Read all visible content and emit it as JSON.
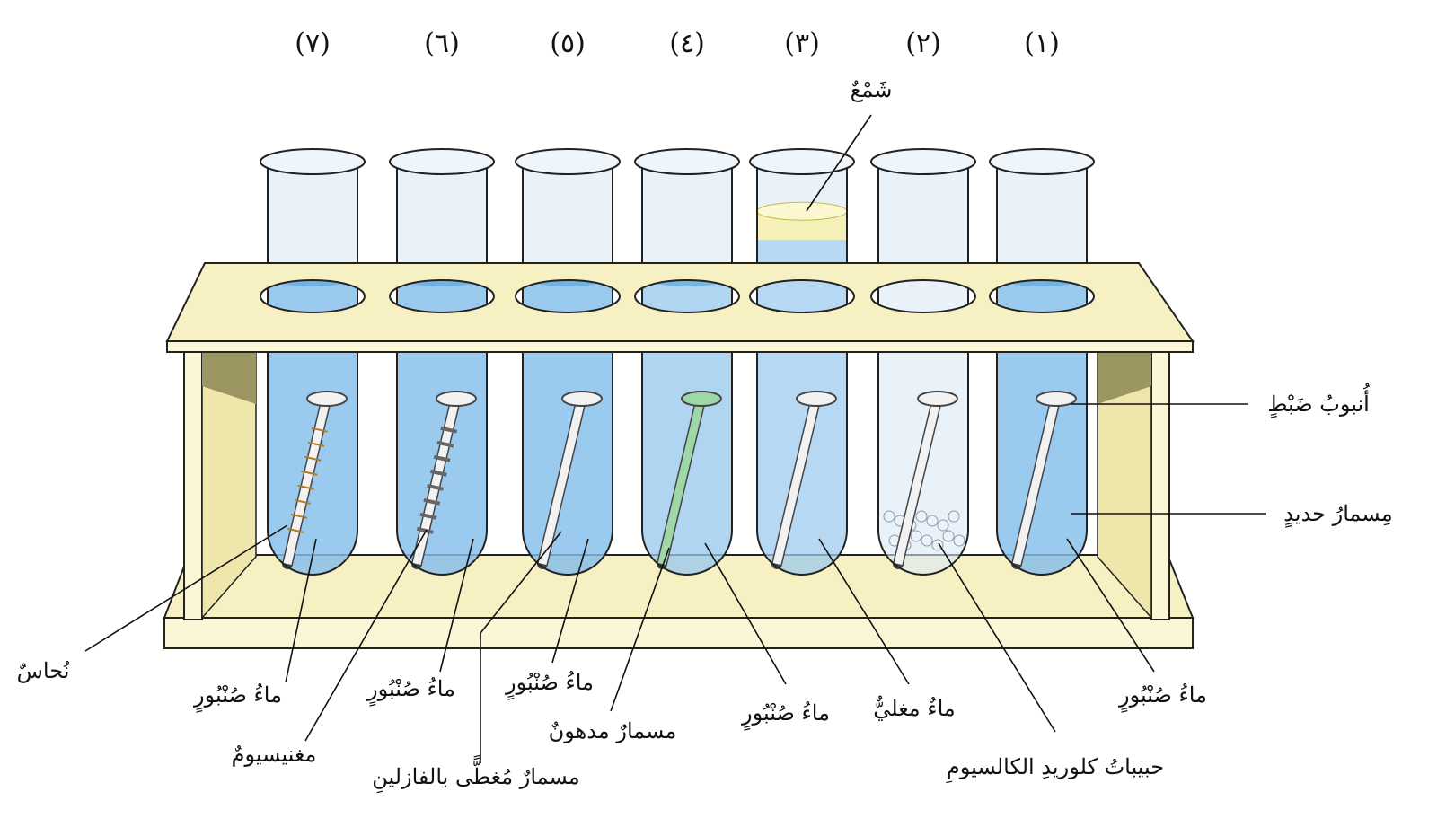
{
  "tubes": [
    {
      "number": "(١)",
      "liquid": "tap",
      "level": 0.72,
      "extra": "none"
    },
    {
      "number": "(٢)",
      "liquid": "none",
      "level": 0,
      "extra": "granules"
    },
    {
      "number": "(٣)",
      "liquid": "boiled",
      "level": 0.88,
      "extra": "wax"
    },
    {
      "number": "(٤)",
      "liquid": "tap",
      "level": 0.72,
      "extra": "painted"
    },
    {
      "number": "(٥)",
      "liquid": "tap",
      "level": 0.72,
      "extra": "vaseline"
    },
    {
      "number": "(٦)",
      "liquid": "tap",
      "level": 0.72,
      "extra": "magnesium"
    },
    {
      "number": "(٧)",
      "liquid": "tap",
      "level": 0.72,
      "extra": "copper"
    }
  ],
  "labels": {
    "wax": "شَمْعٌ",
    "control_tube": "أُنبوبُ ضَبْطٍ",
    "iron_nail": "مِسمارُ حديدٍ",
    "copper": "نُحاسٌ",
    "tap_water_7": "ماءُ صُنْبُورٍ",
    "magnesium": "مغنيسيومٌ",
    "tap_water_6": "ماءُ صُنْبُورٍ",
    "tap_water_5": "ماءُ صُنْبُورٍ",
    "vaseline_nail": "مسمارٌ مُغطًّى بالفازلينِ",
    "painted_nail": "مسمارٌ مدهونٌ",
    "tap_water_4": "ماءُ صُنْبُورٍ",
    "boiled_water": "ماءٌ مغليٌّ",
    "calcium_chloride": "حبيباتُ كلوريدِ الكالسيومِ",
    "tap_water_1": "ماءُ صُنْبُورٍ"
  },
  "colors": {
    "rack": "#f7f0c2",
    "rack_shadow": "#c9c08a",
    "water": "#5aa9e6",
    "glass": "#dbeaf5",
    "wax": "#f4f0b8",
    "painted_nail": "#9fd8a8"
  }
}
